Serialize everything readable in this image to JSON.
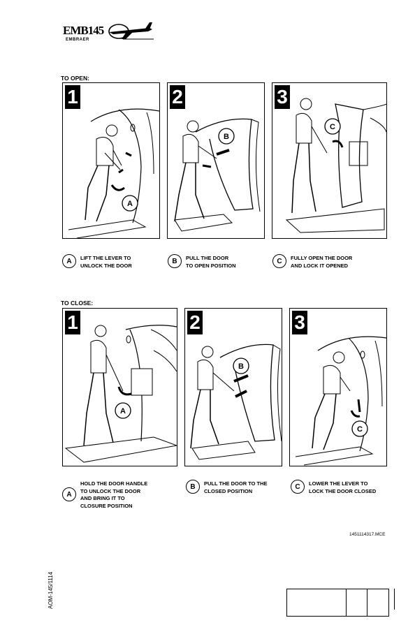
{
  "header": {
    "logo_text": "EMB145",
    "logo_sub": "EMBRAER"
  },
  "open": {
    "label": "TO OPEN:",
    "steps": [
      {
        "num": "1",
        "callout": "A",
        "caption": [
          "LIFT THE LEVER TO",
          "UNLOCK THE DOOR"
        ]
      },
      {
        "num": "2",
        "callout": "B",
        "caption": [
          "PULL THE DOOR",
          "TO OPEN POSITION"
        ]
      },
      {
        "num": "3",
        "callout": "C",
        "caption": [
          "FULLY OPEN THE DOOR",
          "AND LOCK IT OPENED"
        ]
      }
    ]
  },
  "close": {
    "label": "TO CLOSE:",
    "steps": [
      {
        "num": "1",
        "callout": "A",
        "caption": [
          "HOLD THE DOOR HANDLE",
          "TO UNLOCK THE DOOR",
          "AND BRING IT TO",
          "CLOSURE POSITION"
        ]
      },
      {
        "num": "2",
        "callout": "B",
        "caption": [
          "PULL THE DOOR TO THE",
          "CLOSED POSITION"
        ]
      },
      {
        "num": "3",
        "callout": "C",
        "caption": [
          "LOWER THE LEVER TO",
          "LOCK THE DOOR CLOSED"
        ]
      }
    ]
  },
  "figure_ref": "1451114317.MCE",
  "side_code": "AOM-145/1114"
}
